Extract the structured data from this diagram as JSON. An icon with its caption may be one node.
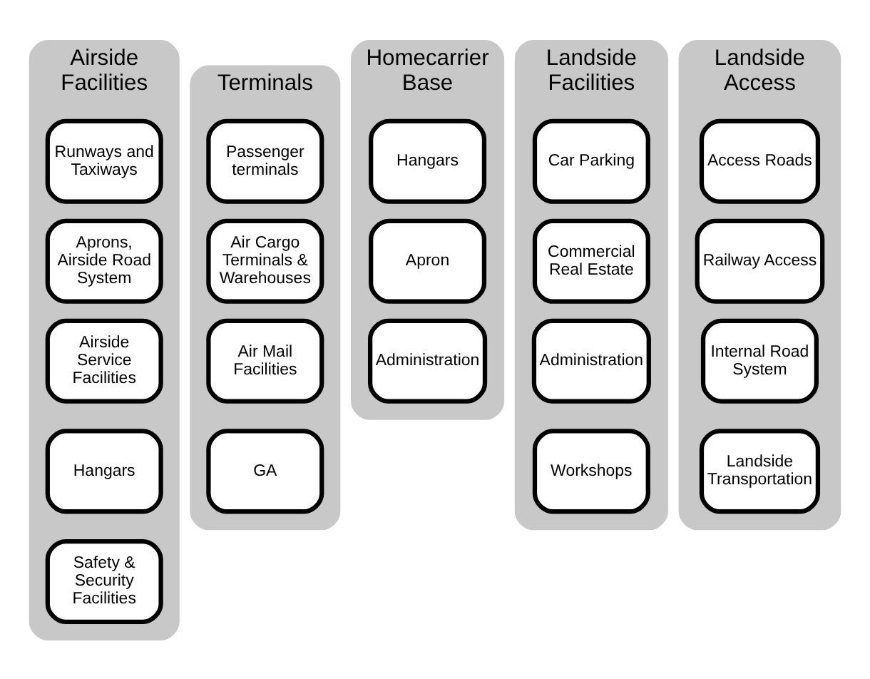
{
  "diagram": {
    "nodes": [
      {
        "text": [
          "Airside Facilities"
        ]
      },
      {
        "text": [
          "Runways and Taxiways"
        ],
        "in": 0
      },
      {
        "text": [
          "Aprons, Airside Road System"
        ],
        "in": 0
      },
      {
        "text": [
          "Airside Service Facilities"
        ],
        "in": 0
      },
      {
        "text": [
          "Hangars"
        ],
        "in": 0
      },
      {
        "text": [
          "Safety & Security Facilities"
        ],
        "in": 0
      },
      {
        "text": [
          "Terminals"
        ]
      },
      {
        "text": [
          "Passenger terminals"
        ],
        "in": 6
      },
      {
        "text": [
          "Air Cargo Terminals & Warehouses"
        ],
        "in": 6
      },
      {
        "text": [
          "Air Mail Facilities"
        ],
        "in": 6
      },
      {
        "text": [
          "GA"
        ],
        "in": 6
      },
      {
        "text": [
          "Homecarrier Base"
        ]
      },
      {
        "text": [
          "Hangars"
        ],
        "in": 11
      },
      {
        "text": [
          "Apron"
        ],
        "in": 11
      },
      {
        "text": [
          "Administration"
        ],
        "in": 11
      },
      {
        "text": [
          "Landside Facilities"
        ]
      },
      {
        "text": [
          "Car Parking"
        ],
        "in": 15
      },
      {
        "text": [
          "Commercial Real Estate"
        ],
        "in": 15
      },
      {
        "text": [
          "Administration"
        ],
        "in": 15
      },
      {
        "text": [
          "Workshops"
        ],
        "in": 15
      },
      {
        "text": [
          "Landside Access"
        ]
      },
      {
        "text": [
          "Access Roads"
        ],
        "in": 20
      },
      {
        "text": [
          "Railway Access"
        ],
        "in": 20
      },
      {
        "text": [
          "Internal Road System"
        ],
        "in": 20
      },
      {
        "text": [
          "Landside Transportation"
        ],
        "in": 20
      }
    ],
    "edges": []
  }
}
